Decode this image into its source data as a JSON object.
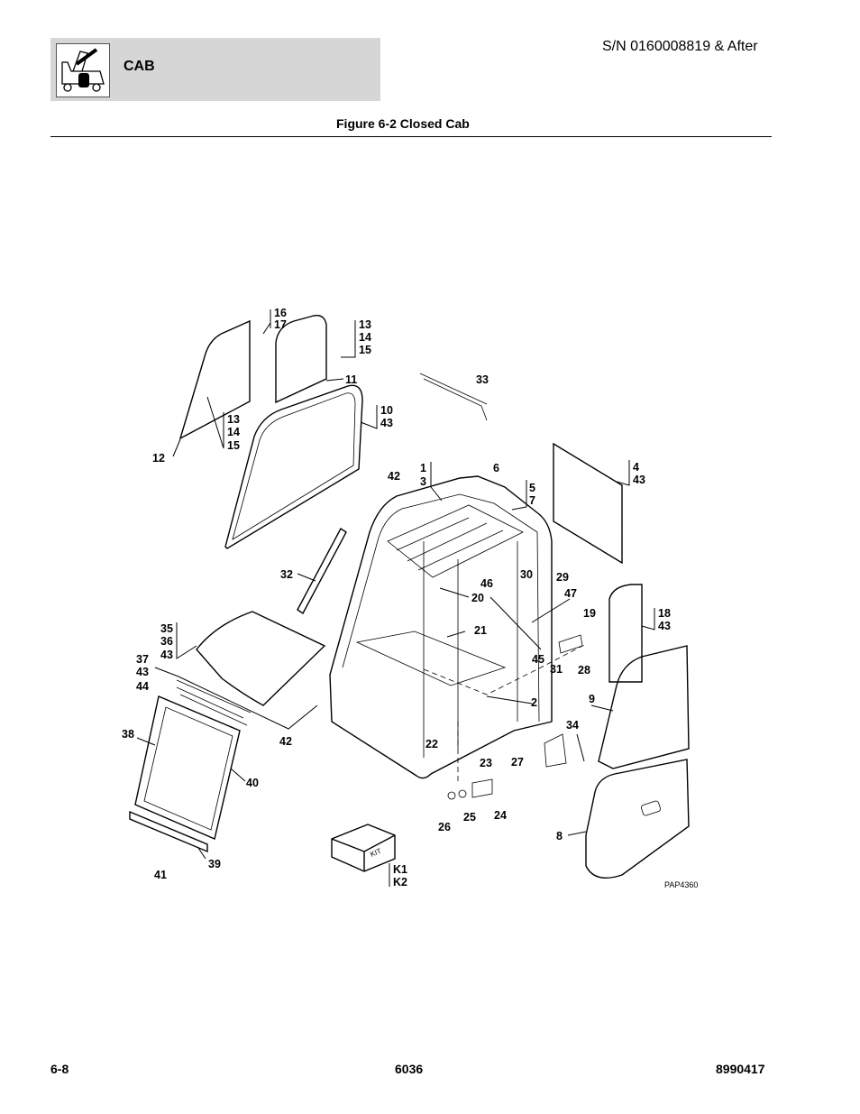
{
  "header": {
    "section": "CAB",
    "serial": "S/N 0160008819 & After",
    "logo_icon": "telehandler-icon"
  },
  "figure": {
    "caption": "Figure 6-2 Closed Cab",
    "drawing_id": "PAP4360",
    "kit_label": "KIT",
    "callouts": [
      "16",
      "17",
      "13",
      "14",
      "15",
      "11",
      "33",
      "13",
      "14",
      "15",
      "10",
      "43",
      "12",
      "42",
      "1",
      "3",
      "6",
      "5",
      "7",
      "4",
      "43",
      "32",
      "30",
      "29",
      "46",
      "47",
      "20",
      "19",
      "18",
      "43",
      "35",
      "36",
      "43",
      "21",
      "37",
      "43",
      "44",
      "45",
      "31",
      "28",
      "2",
      "9",
      "42",
      "22",
      "34",
      "38",
      "23",
      "27",
      "40",
      "26",
      "25",
      "24",
      "8",
      "39",
      "41",
      "K1",
      "K2"
    ]
  },
  "footer": {
    "page": "6-8",
    "model": "6036",
    "doc_number": "8990417"
  }
}
